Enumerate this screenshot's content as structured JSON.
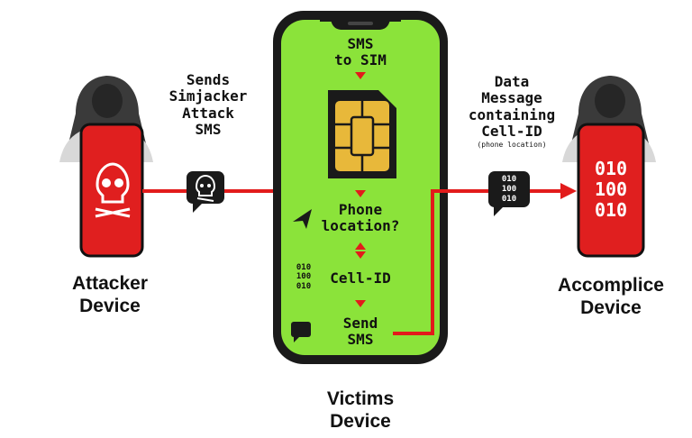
{
  "attacker": {
    "caption_line1": "Attacker",
    "caption_line2": "Device",
    "icon": "skull-icon"
  },
  "send_label": {
    "line1": "Sends",
    "line2": "Simjacker",
    "line3": "Attack",
    "line4": "SMS"
  },
  "victim": {
    "caption_line1": "Victims",
    "caption_line2": "Device",
    "step_sms_line1": "SMS",
    "step_sms_line2": "to SIM",
    "step_location_line1": "Phone",
    "step_location_line2": "location?",
    "step_cellid": "Cell-ID",
    "step_send_line1": "Send",
    "step_send_line2": "SMS",
    "binary": [
      "010",
      "100",
      "010"
    ],
    "screen_color": "#8be33a"
  },
  "data_label": {
    "line1": "Data",
    "line2": "Message",
    "line3": "containing",
    "line4": "Cell-ID",
    "line5": "(phone location)",
    "bubble_binary": [
      "010",
      "100",
      "010"
    ]
  },
  "accomplice": {
    "caption_line1": "Accomplice",
    "caption_line2": "Device",
    "binary": [
      "010",
      "100",
      "010"
    ]
  },
  "colors": {
    "accent_red": "#e21b1b",
    "phone_red": "#e01f1f",
    "green": "#8be33a",
    "dark": "#1a1a1a"
  }
}
